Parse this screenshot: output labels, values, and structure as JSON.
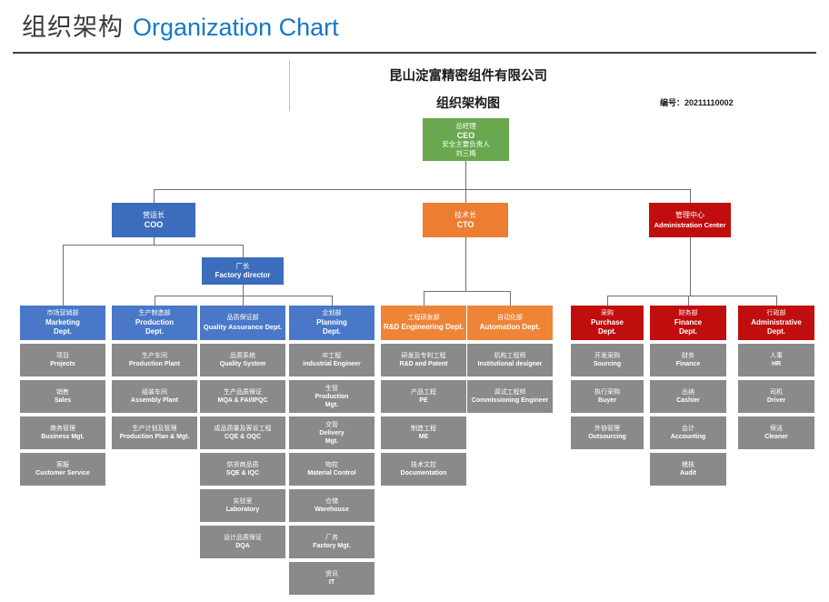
{
  "page": {
    "title_zh": "组织架构",
    "title_en": "Organization Chart"
  },
  "doc": {
    "company": "昆山淀富精密组件有限公司",
    "subtitle": "组织架构图",
    "number_label": "编号：",
    "number_value": "20211110002"
  },
  "colors": {
    "title_accent": "#1577c8",
    "green": "#69a84f",
    "blue": "#3c6dbd",
    "blue_light": "#4a78c8",
    "orange": "#ed7d31",
    "orange_light": "#ee8438",
    "red": "#c00d0d",
    "gray": "#8a8a8a",
    "line": "#707070"
  },
  "ceo": {
    "lines": [
      "总经理",
      "CEO",
      "安全主要负责人",
      "刘三梅"
    ]
  },
  "executives": [
    {
      "id": "coo",
      "zh": "营运长",
      "en": "COO",
      "color": "#3c6dbd"
    },
    {
      "id": "cto",
      "zh": "技术长",
      "en": "CTO",
      "color": "#ed7d31"
    },
    {
      "id": "admin",
      "zh": "管理中心",
      "en": "Administration Center",
      "color": "#c00d0d"
    }
  ],
  "factory_director": {
    "zh": "厂长",
    "en": "Factory director",
    "color": "#3c6dbd"
  },
  "departments": [
    {
      "id": "marketing",
      "zh": "市场营销部",
      "en": "Marketing\nDept.",
      "color": "#4a78c8",
      "items": [
        {
          "zh": "项目",
          "en": "Projects"
        },
        {
          "zh": "销售",
          "en": "Sales"
        },
        {
          "zh": "商务管理",
          "en": "Business Mgt."
        },
        {
          "zh": "客服",
          "en": "Customer Service"
        }
      ]
    },
    {
      "id": "production",
      "zh": "生产制造部",
      "en": "Production\nDept.",
      "color": "#4a78c8",
      "items": [
        {
          "zh": "生产车间",
          "en": "Production Plant"
        },
        {
          "zh": "组装车间",
          "en": "Assembly Plant"
        },
        {
          "zh": "生产计划及管理",
          "en": "Production Plan & Mgt."
        }
      ]
    },
    {
      "id": "quality-assurance",
      "zh": "品质保证部",
      "en": "Quality Assurance Dept.",
      "color": "#4a78c8",
      "items": [
        {
          "zh": "品质系统",
          "en": "Quality System"
        },
        {
          "zh": "生产品质保证",
          "en": "MQA & FAI/IPQC"
        },
        {
          "zh": "成品质量及客诉工程",
          "en": "CQE & OQC"
        },
        {
          "zh": "供货商品质",
          "en": "SQE & IQC"
        },
        {
          "zh": "实验室",
          "en": "Laboratory"
        },
        {
          "zh": "设计品质保证",
          "en": "DQA"
        }
      ]
    },
    {
      "id": "planning",
      "zh": "企划部",
      "en": "Planning\nDept.",
      "color": "#4a78c8",
      "items": [
        {
          "zh": "IE工程",
          "en": "industrial Engineer"
        },
        {
          "zh": "生管",
          "en": "Production\nMgt."
        },
        {
          "zh": "交管",
          "en": "Delivery\nMgt."
        },
        {
          "zh": "物控",
          "en": "Material Control"
        },
        {
          "zh": "仓储",
          "en": "Warehouse"
        },
        {
          "zh": "厂务",
          "en": "Factory Mgt."
        },
        {
          "zh": "资讯",
          "en": "IT"
        }
      ]
    },
    {
      "id": "rd-engineering",
      "zh": "工程研发部",
      "en": "R&D Engineering Dept.",
      "color": "#ee8438",
      "items": [
        {
          "zh": "研发及专利工程",
          "en": "R&D and Patent"
        },
        {
          "zh": "产品工程",
          "en": "PE"
        },
        {
          "zh": "制造工程",
          "en": "ME"
        },
        {
          "zh": "技术文控",
          "en": "Documentation"
        }
      ]
    },
    {
      "id": "automation",
      "zh": "自动化部",
      "en": "Automation Dept.",
      "color": "#ee8438",
      "items": [
        {
          "zh": "机构工程师",
          "en": "Institutional designer"
        },
        {
          "zh": "调试工程师",
          "en": "Commissioning Engineer"
        }
      ]
    },
    {
      "id": "purchase",
      "zh": "采购",
      "en": "Purchase\nDept.",
      "color": "#c00d0d",
      "items": [
        {
          "zh": "开发采购",
          "en": "Sourcing"
        },
        {
          "zh": "执行采购",
          "en": "Buyer"
        },
        {
          "zh": "外协管理",
          "en": "Outsourcing"
        }
      ]
    },
    {
      "id": "finance",
      "zh": "财务部",
      "en": "Finance\nDept.",
      "color": "#c00d0d",
      "items": [
        {
          "zh": "财务",
          "en": "Finance"
        },
        {
          "zh": "出纳",
          "en": "Cashier"
        },
        {
          "zh": "会计",
          "en": "Accounting"
        },
        {
          "zh": "稽核",
          "en": "Audit"
        }
      ]
    },
    {
      "id": "administrative",
      "zh": "行政部",
      "en": "Administrative\nDept.",
      "color": "#c00d0d",
      "items": [
        {
          "zh": "人事",
          "en": "HR"
        },
        {
          "zh": "司机",
          "en": "Driver"
        },
        {
          "zh": "保洁",
          "en": "Cleaner"
        }
      ]
    }
  ]
}
